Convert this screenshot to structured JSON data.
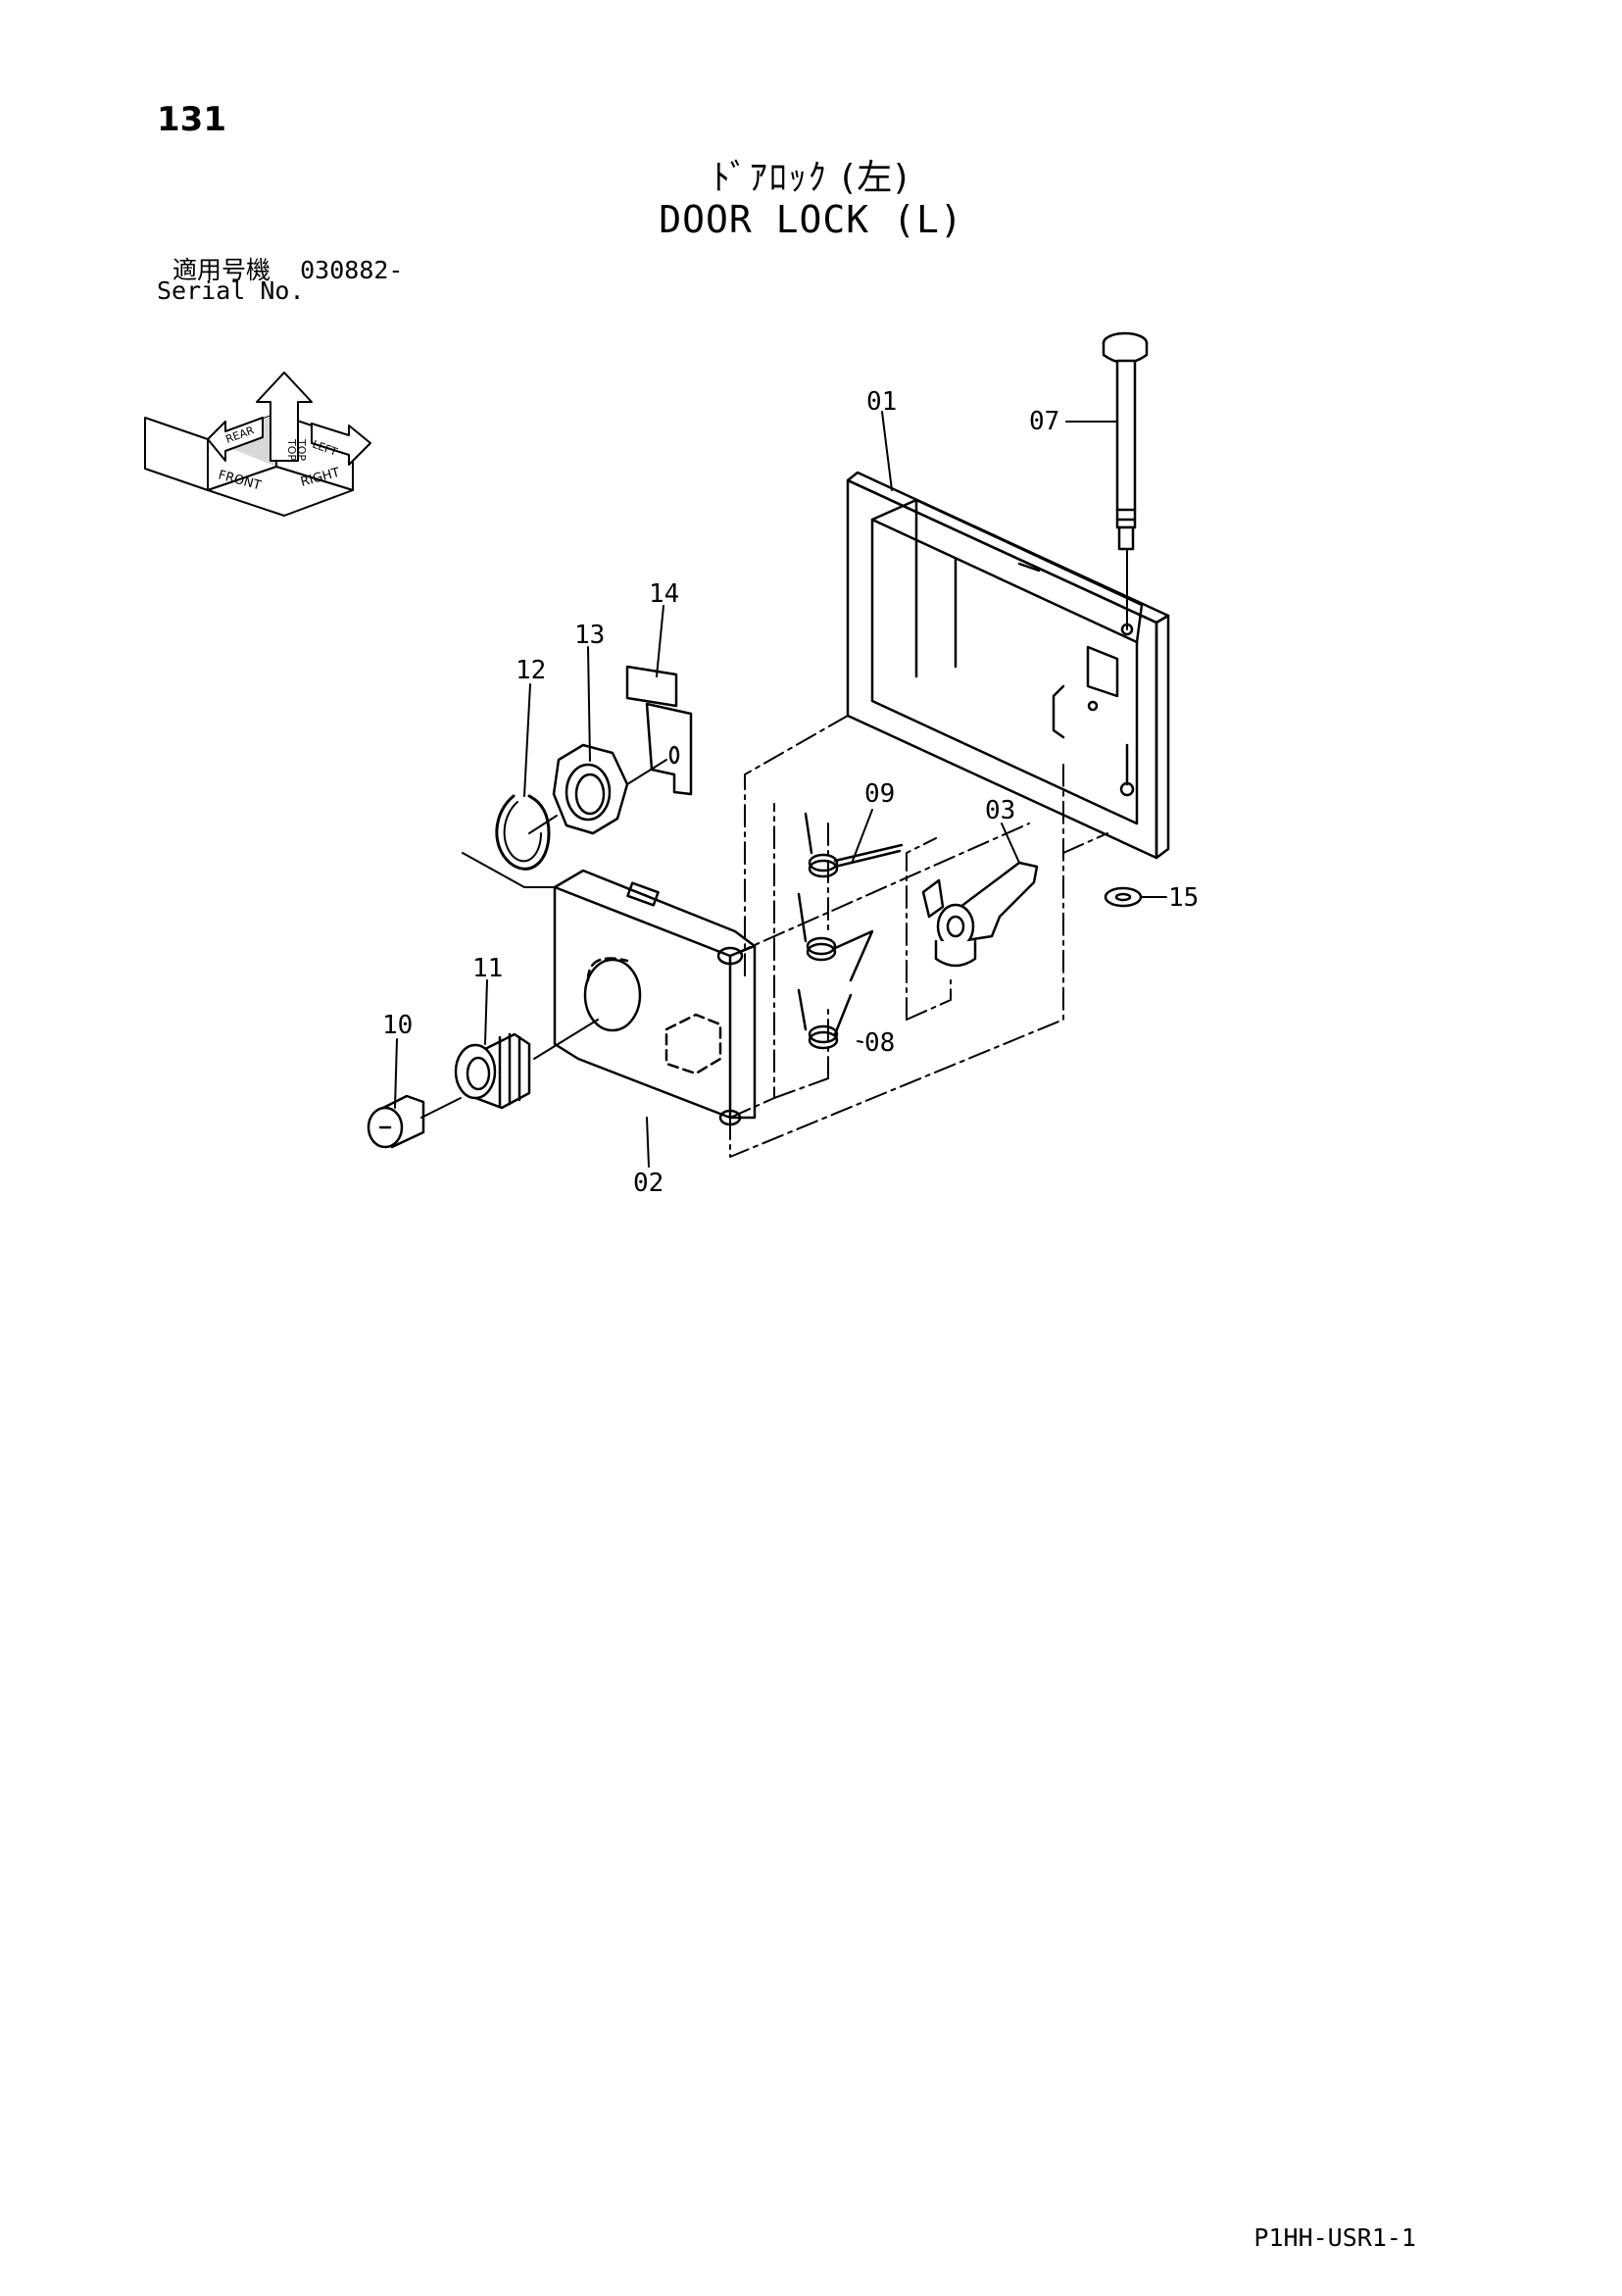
{
  "page": {
    "number": "131",
    "title_jp": "ﾄﾞｱﾛｯｸ (左)",
    "title_en": "DOOR LOCK (L)",
    "serial_prefix_jp": "適用号機",
    "serial_value": "030882-",
    "serial_label": "Serial No.",
    "footer_code": "P1HH-USR1-1"
  },
  "orientation": {
    "labels": [
      "FRONT",
      "RIGHT",
      "TOP",
      "TOP",
      "REAR",
      "LEFT"
    ]
  },
  "callouts": [
    "01",
    "02",
    "03",
    "07",
    "08",
    "09",
    "10",
    "11",
    "12",
    "13",
    "14",
    "15"
  ]
}
